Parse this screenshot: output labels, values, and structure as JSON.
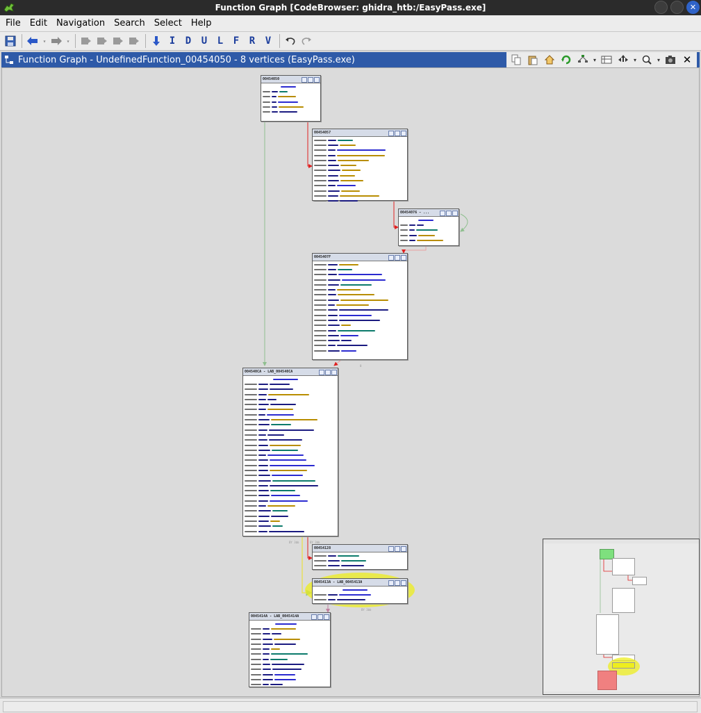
{
  "window": {
    "title": "Function Graph [CodeBrowser: ghidra_htb:/EasyPass.exe]"
  },
  "menubar": {
    "items": [
      "File",
      "Edit",
      "Navigation",
      "Search",
      "Select",
      "Help"
    ]
  },
  "toolbar": {
    "letter_buttons": [
      "I",
      "D",
      "U",
      "L",
      "F",
      "R",
      "V"
    ]
  },
  "provider": {
    "title": "Function Graph - UndefinedFunction_00454050 - 8 vertices  (EasyPass.exe)",
    "close_label": "✕"
  },
  "colors": {
    "header_bg": "#2e5aa8",
    "edge_true": "#e02020",
    "edge_false": "#8fbf8f",
    "edge_unconditional": "#c080a0",
    "selected_highlight": "#eeee1e",
    "satellite_entry": "#7ee07e",
    "satellite_exit": "#f08080"
  },
  "graph": {
    "vertices": [
      {
        "id": "v1",
        "title": "00454050",
        "label_line": "LAB_00454050",
        "lines": 6
      },
      {
        "id": "v2",
        "title": "00454057",
        "lines": 13
      },
      {
        "id": "v3",
        "title": "00454076 - ...",
        "label_line": "LAB_00454076",
        "lines": 5
      },
      {
        "id": "v4",
        "title": "0045407F",
        "lines": 18
      },
      {
        "id": "v5",
        "title": "004540CA - LAB_004540CA",
        "label_line": "LAB_004540CA",
        "lines": 31
      },
      {
        "id": "v6",
        "title": "00454128",
        "lines": 3
      },
      {
        "id": "v7",
        "title": "0045413A - LAB_0045413A",
        "label_line": "LAB_0045413A",
        "lines": 3
      },
      {
        "id": "v8",
        "title": "0045414A - LAB_0045414A",
        "label_line": "LAB_0045414A",
        "lines": 13
      }
    ]
  },
  "status": {
    "text": ""
  }
}
